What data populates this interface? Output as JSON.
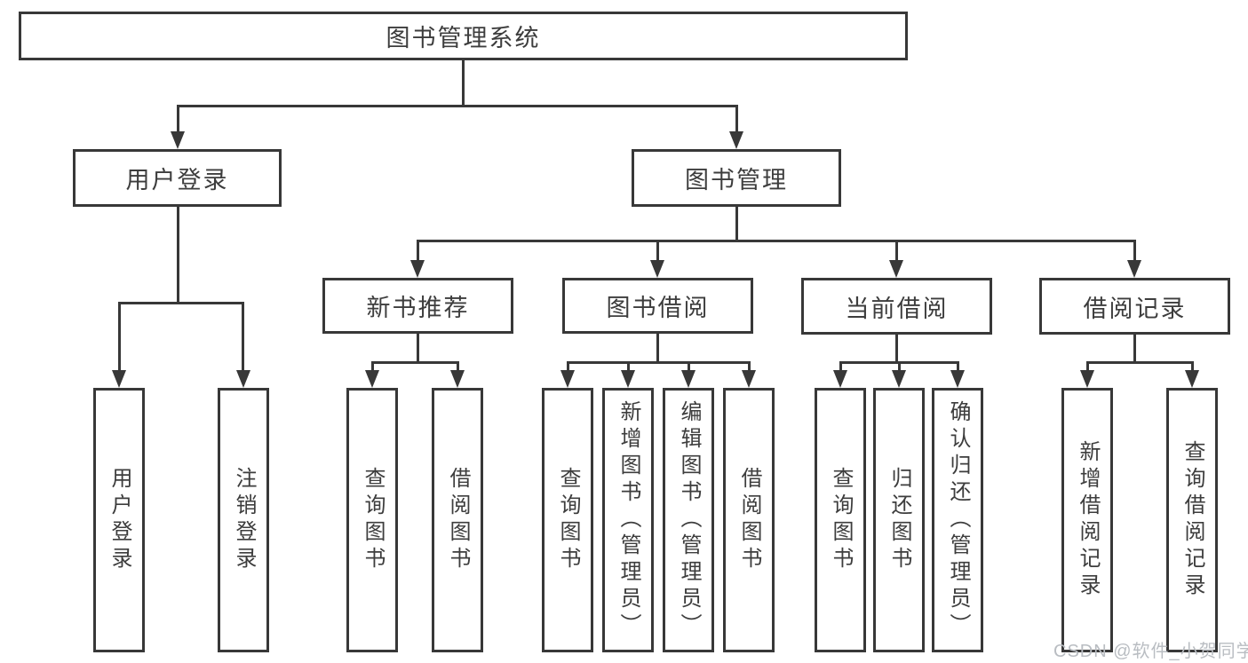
{
  "tree": {
    "root": "图书管理系统",
    "user_login": {
      "label": "用户登录",
      "children": [
        "用户登录",
        "注销登录"
      ]
    },
    "book_mgmt": {
      "label": "图书管理"
    },
    "new_book": {
      "label": "新书推荐",
      "children": [
        "查询图书",
        "借阅图书"
      ]
    },
    "borrow": {
      "label": "图书借阅",
      "children": [
        "查询图书",
        "新增图书（管理员）",
        "编辑图书（管理员）",
        "借阅图书"
      ]
    },
    "current": {
      "label": "当前借阅",
      "children": [
        "查询图书",
        "归还图书",
        "确认归还（管理员）"
      ]
    },
    "records": {
      "label": "借阅记录",
      "children": [
        "新增借阅记录",
        "查询借阅记录"
      ]
    },
    "watermark": "CSDN @软件_小贺同学"
  },
  "colors": {
    "line": "#383838",
    "text": "#3d3d3d",
    "background": "#ffffff",
    "watermark": "#b9bdc2"
  }
}
